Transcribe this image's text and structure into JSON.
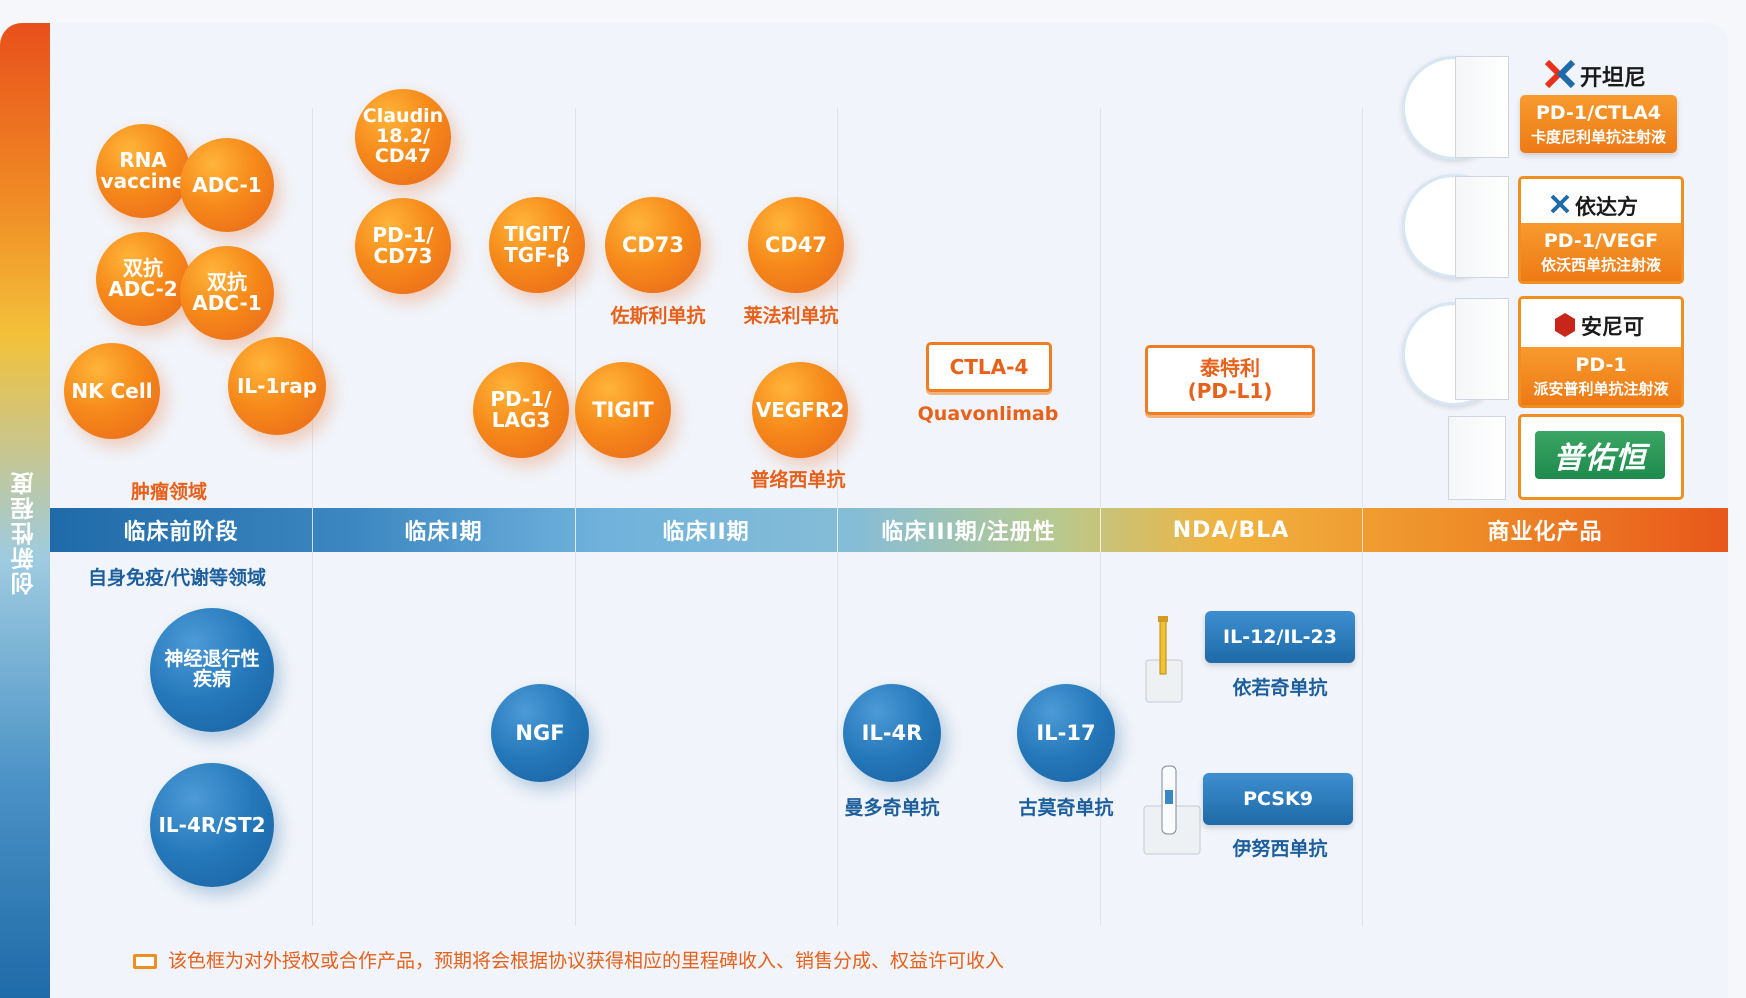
{
  "y_axis": {
    "label": "创新性程度"
  },
  "phases": [
    "临床前阶段",
    "临床I期",
    "临床II期",
    "临床III期/注册性",
    "NDA/BLA",
    "商业化产品"
  ],
  "sections": {
    "oncology": "肿瘤领域",
    "immunology": "自身免疫/代谢等领域"
  },
  "oncology": {
    "preclinical": [
      "RNA\nvaccine",
      "ADC-1",
      "双抗\nADC-2",
      "双抗\nADC-1",
      "NK Cell",
      "IL-1rap"
    ],
    "phase1": [
      "Claudin\n18.2/\nCD47",
      "PD-1/\nCD73",
      "PD-1/\nLAG3"
    ],
    "phase2": [
      "TIGIT/\nTGF-β",
      "CD73",
      "CD47",
      "TIGIT",
      "VEGFR2"
    ],
    "phase2_names": [
      "佐斯利单抗",
      "莱法利单抗",
      "普络西单抗"
    ],
    "phase3_partner": {
      "target": "CTLA-4",
      "name": "Quavonlimab"
    },
    "nda_partner": {
      "label": "泰特利\n(PD-L1)"
    }
  },
  "immunology": {
    "preclinical": [
      "神经退行性\n疾病",
      "IL-4R/ST2"
    ],
    "phase1": [
      "NGF"
    ],
    "phase3": [
      {
        "target": "IL-4R",
        "name": "曼多奇单抗"
      },
      {
        "target": "IL-17",
        "name": "古莫奇单抗"
      }
    ],
    "nda": [
      {
        "target": "IL-12/IL-23",
        "name": "依若奇单抗"
      },
      {
        "target": "PCSK9",
        "name": "伊努西单抗"
      }
    ]
  },
  "commercial": [
    {
      "brand": "开坦尼",
      "target": "PD-1/CTLA4",
      "name": "卡度尼利单抗注射液"
    },
    {
      "brand": "依达方",
      "target": "PD-1/VEGF",
      "name": "依沃西单抗注射液"
    },
    {
      "brand": "安尼可",
      "target": "PD-1",
      "name": "派安普利单抗注射液"
    },
    {
      "brand": "普佑恒"
    }
  ],
  "legend": "该色框为对外授权或合作产品，预期将会根据协议获得相应的里程碑收入、销售分成、权益许可收入",
  "colors": {
    "orange": "#ef7d22",
    "blue": "#1f6aa8",
    "orange_text": "#e8611b",
    "blue_text": "#1d5f9c"
  }
}
